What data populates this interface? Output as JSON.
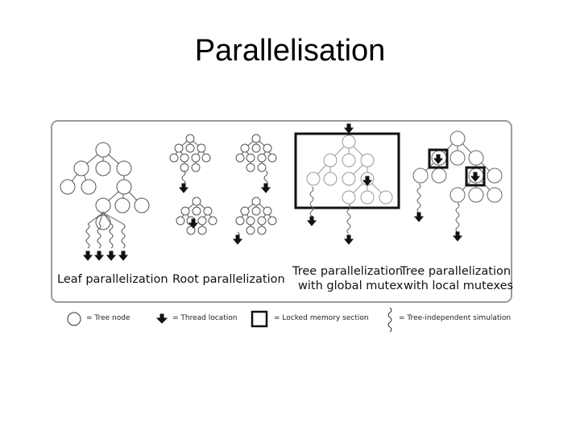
{
  "slide": {
    "title": "Parallelisation"
  },
  "panels": [
    {
      "id": "leaf",
      "label_lines": [
        "Leaf parallelization"
      ]
    },
    {
      "id": "root",
      "label_lines": [
        "Root parallelization"
      ]
    },
    {
      "id": "tree-global",
      "label_lines": [
        "Tree parallelization",
        "with global mutex"
      ]
    },
    {
      "id": "tree-local",
      "label_lines": [
        "Tree parallelization",
        "with local mutexes"
      ]
    }
  ],
  "legend": {
    "tree_node": "= Tree node",
    "thread_location": "= Thread location",
    "locked_memory": "= Locked memory section",
    "simulation": "= Tree-independent simulation"
  }
}
